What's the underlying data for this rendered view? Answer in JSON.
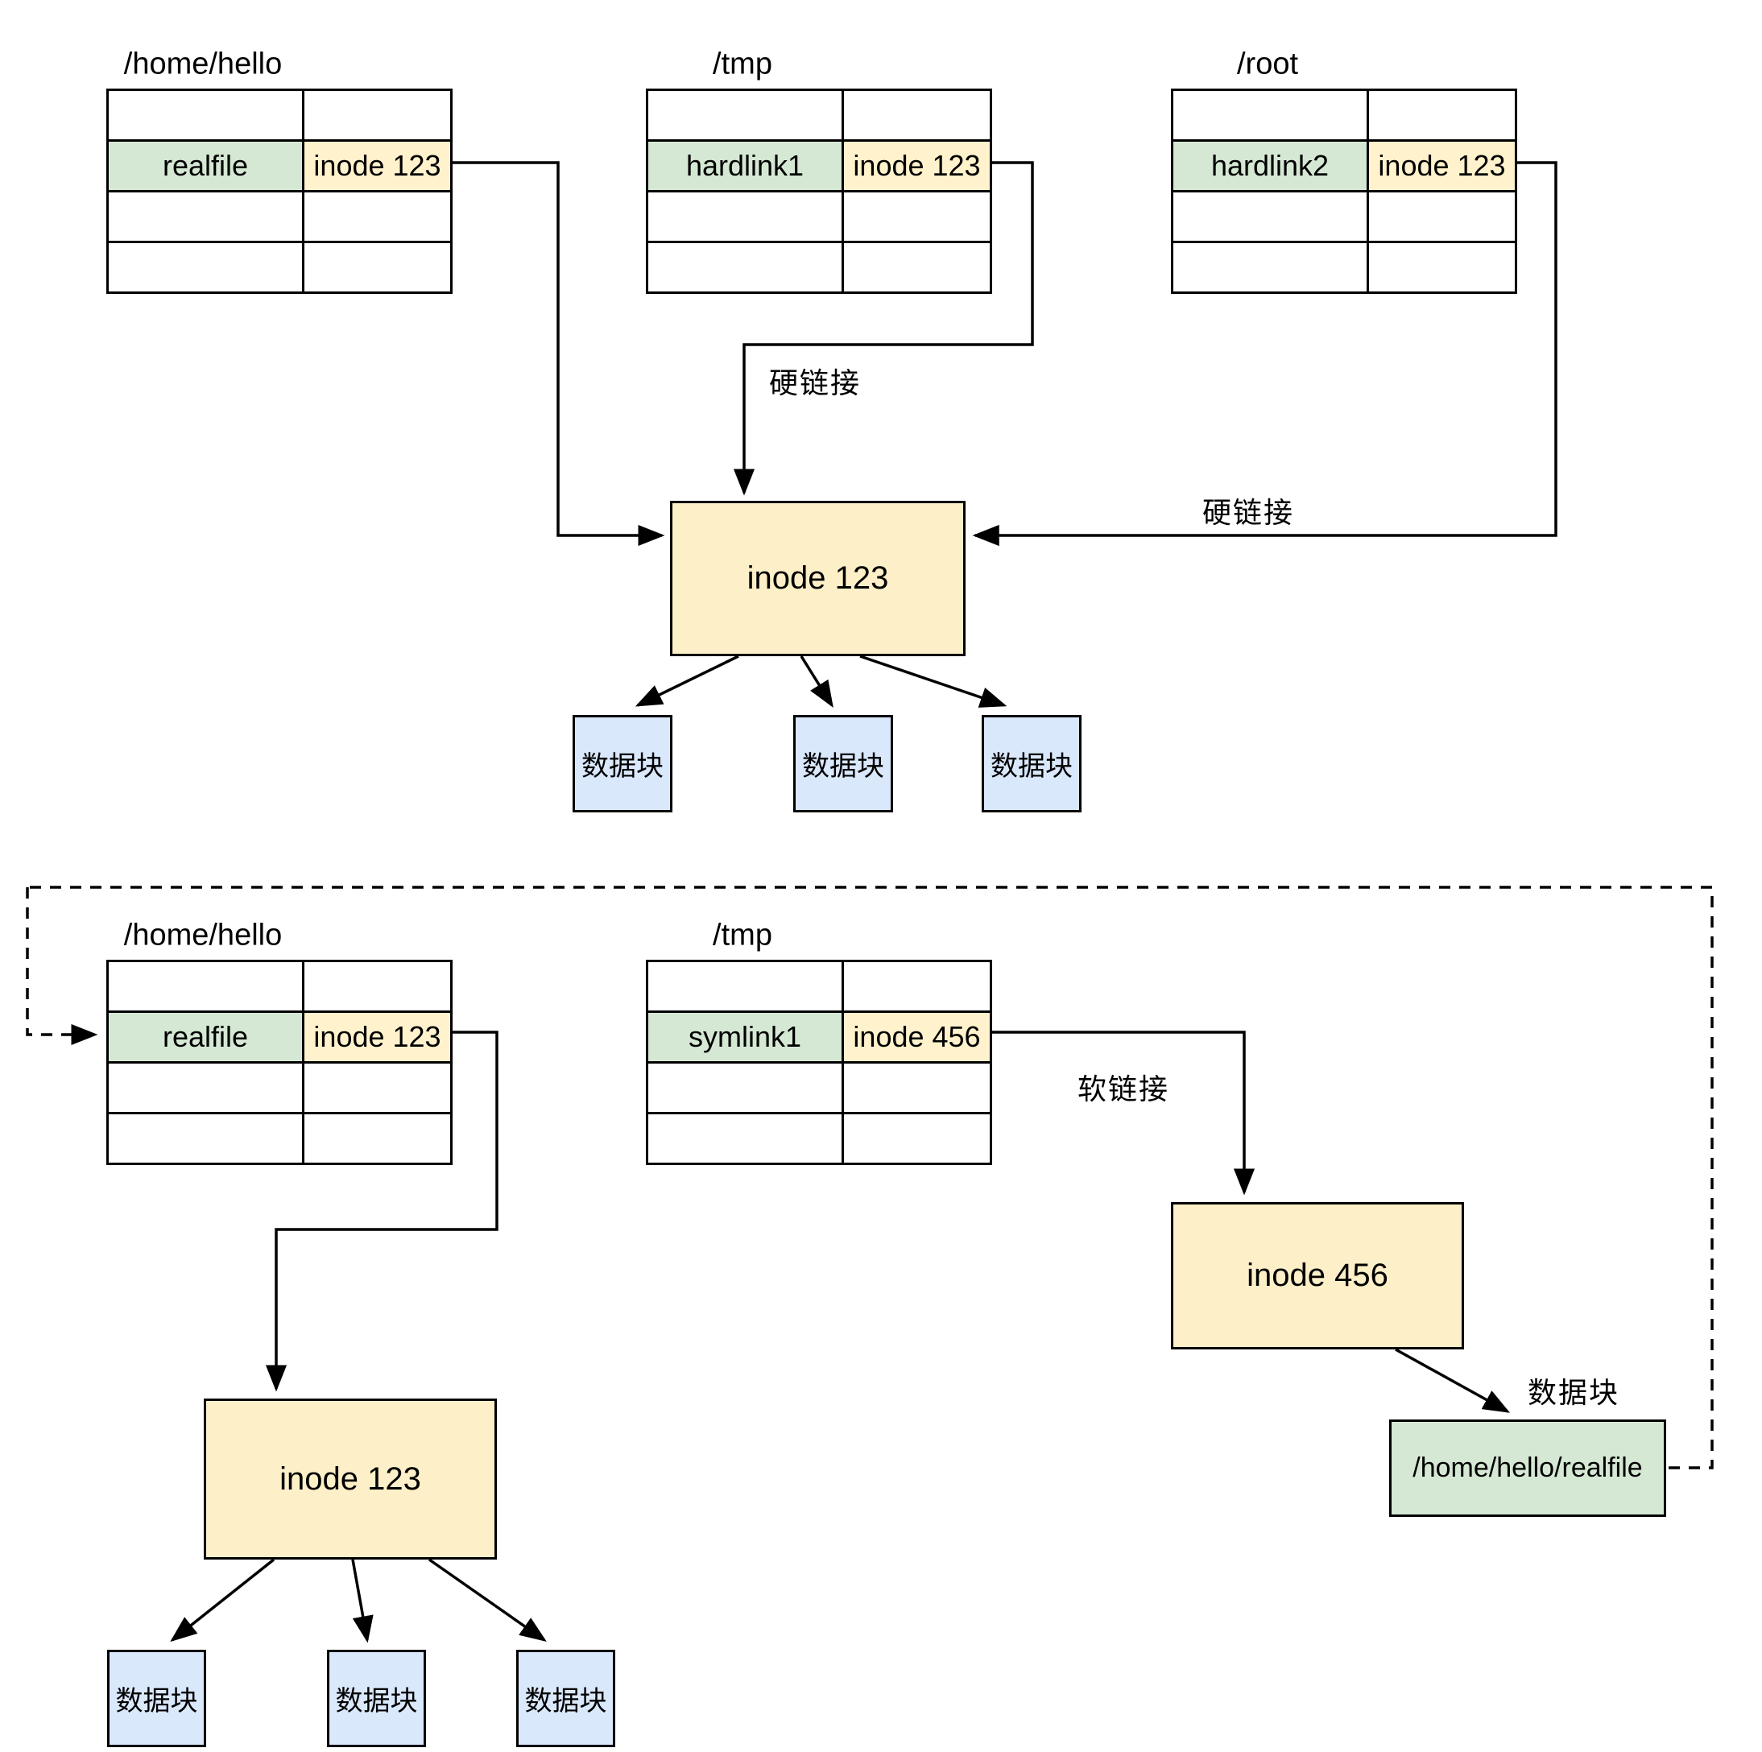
{
  "diagram": {
    "top": {
      "tables": [
        {
          "title": "/home/hello",
          "entry_name": "realfile",
          "entry_inode": "inode 123"
        },
        {
          "title": "/tmp",
          "entry_name": "hardlink1",
          "entry_inode": "inode 123"
        },
        {
          "title": "/root",
          "entry_name": "hardlink2",
          "entry_inode": "inode 123"
        }
      ],
      "inode_box": "inode 123",
      "hard_link_labels": [
        "硬链接",
        "硬链接"
      ],
      "data_blocks": [
        "数据块",
        "数据块",
        "数据块"
      ]
    },
    "bottom": {
      "tables": [
        {
          "title": "/home/hello",
          "entry_name": "realfile",
          "entry_inode": "inode 123"
        },
        {
          "title": "/tmp",
          "entry_name": "symlink1",
          "entry_inode": "inode 456"
        }
      ],
      "inode_box_left": "inode 123",
      "inode_box_right": "inode 456",
      "soft_link_label": "软链接",
      "data_block_label": "数据块",
      "target_path_box": "/home/hello/realfile",
      "data_blocks": [
        "数据块",
        "数据块",
        "数据块"
      ]
    },
    "colors": {
      "cell_green": "#d5e8d4",
      "cell_yellow": "#fff2cc",
      "box_yellow": "#fdf0c8",
      "block_blue": "#dae8fc",
      "line": "#000000"
    }
  }
}
